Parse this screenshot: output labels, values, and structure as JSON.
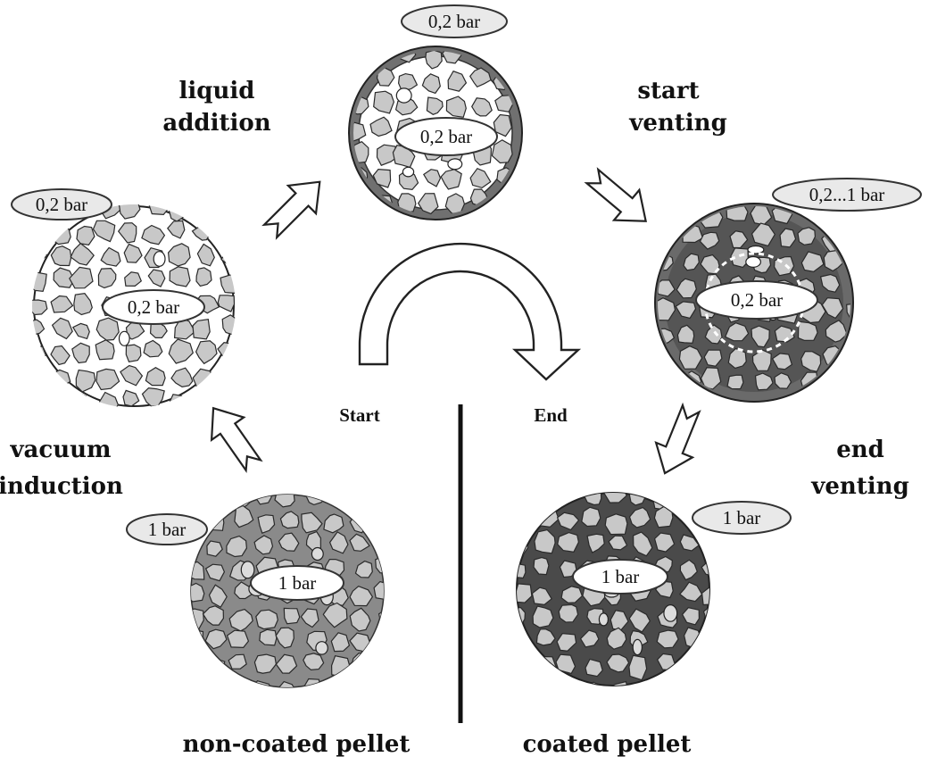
{
  "labels": {
    "liquid_addition_1": "liquid",
    "liquid_addition_2": "addition",
    "start_venting_1": "start",
    "start_venting_2": "venting",
    "vacuum_induction_1": "vacuum",
    "vacuum_induction_2": "induction",
    "end_venting_1": "end",
    "end_venting_2": "venting",
    "start": "Start",
    "end": "End",
    "non_coated": "non-coated pellet",
    "coated": "coated pellet"
  },
  "pressures": {
    "top_outer": "0,2 bar",
    "top_inner": "0,2 bar",
    "left_outer": "0,2 bar",
    "left_inner": "0,2 bar",
    "right_outer": "0,2...1 bar",
    "right_inner": "0,2 bar",
    "bottom_left_outer": "1 bar",
    "bottom_left_inner": "1 bar",
    "bottom_right_outer": "1 bar",
    "bottom_right_inner": "1 bar"
  },
  "colors": {
    "particle_fill": "#c8c8c8",
    "pore_dry": "#ffffff",
    "pore_liquid": "#555555",
    "coating_ring": "#666666"
  }
}
